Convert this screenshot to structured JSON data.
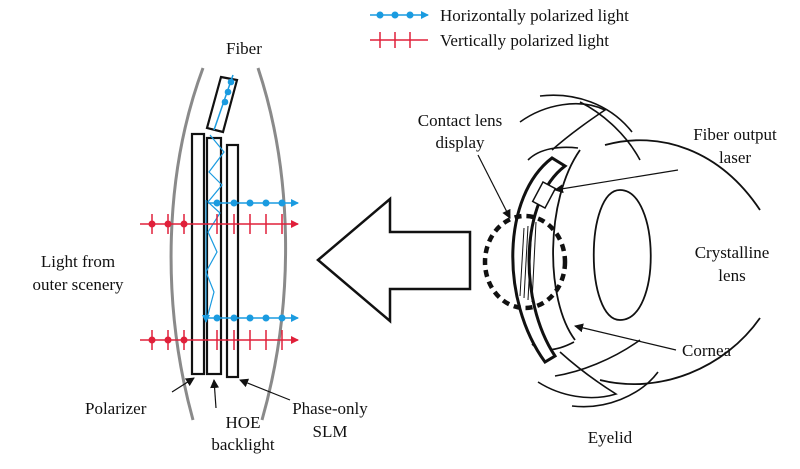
{
  "legend": {
    "horizontal": "Horizontally polarized light",
    "vertical": "Vertically polarized light"
  },
  "labels": {
    "fiber": "Fiber",
    "light_from_line1": "Light from",
    "light_from_line2": "outer scenery",
    "polarizer": "Polarizer",
    "hoe_line1": "HOE",
    "hoe_line2": "backlight",
    "slm_line1": "Phase-only",
    "slm_line2": "SLM",
    "contact_line1": "Contact lens",
    "contact_line2": "display",
    "fiber_out_line1": "Fiber output",
    "fiber_out_line2": "laser",
    "crystalline_line1": "Crystalline",
    "crystalline_line2": "lens",
    "cornea": "Cornea",
    "eyelid": "Eyelid"
  },
  "colors": {
    "horizontal": "#1a9be0",
    "vertical": "#e0203a",
    "line": "#111111"
  }
}
